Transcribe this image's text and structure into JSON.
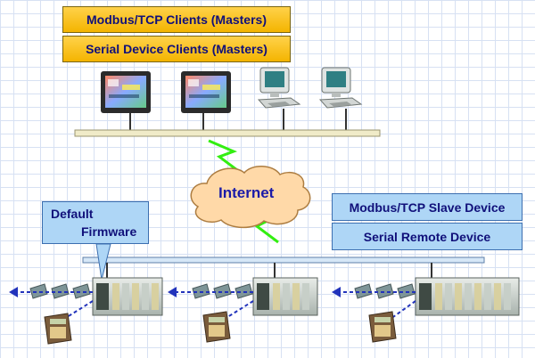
{
  "clients": {
    "modbus_tcp": "Modbus/TCP Clients (Masters)",
    "serial_device": "Serial Device Clients (Masters)"
  },
  "internet_label": "Internet",
  "slave": {
    "modbus_tcp": "Modbus/TCP Slave Device",
    "serial_remote": "Serial Remote Device"
  },
  "callout": {
    "line1": "Default",
    "line2": "Firmware"
  },
  "colors": {
    "client_box": "#f4b400",
    "slave_box": "#aed6f6",
    "bus": "#f0ebc8",
    "lightning": "#33ee11",
    "arrow": "#2233bb"
  }
}
